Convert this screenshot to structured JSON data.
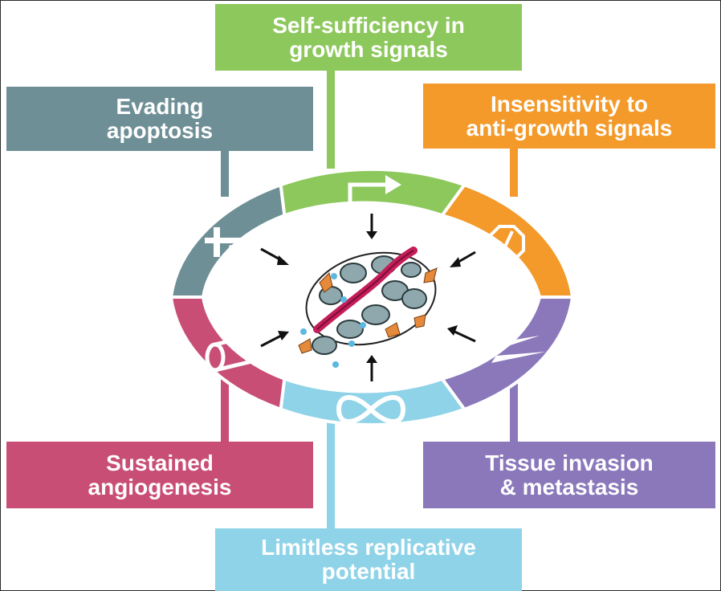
{
  "hallmarks": {
    "growth": {
      "line1": "Self-sufficiency in",
      "line2": "growth signals",
      "color": "#8dc85c"
    },
    "antigrowth": {
      "line1": "Insensitivity to",
      "line2": "anti-growth signals",
      "color": "#f39a2b"
    },
    "invasion": {
      "line1": "Tissue invasion",
      "line2": "& metastasis",
      "color": "#8a78bb"
    },
    "replicative": {
      "line1": "Limitless replicative",
      "line2": "potential",
      "color": "#8fd3e8"
    },
    "angiogenesis": {
      "line1": "Sustained",
      "line2": "angiogenesis",
      "color": "#c84e76"
    },
    "apoptosis": {
      "line1": "Evading",
      "line2": "apoptosis",
      "color": "#6e8f96"
    }
  },
  "icons": {
    "growth": "right-arrow-icon",
    "antigrowth": "stop-sign-icon",
    "invasion": "invasion-wedge-icon",
    "replicative": "infinity-icon",
    "angiogenesis": "blood-vessel-icon",
    "apoptosis": "cross-icon"
  }
}
